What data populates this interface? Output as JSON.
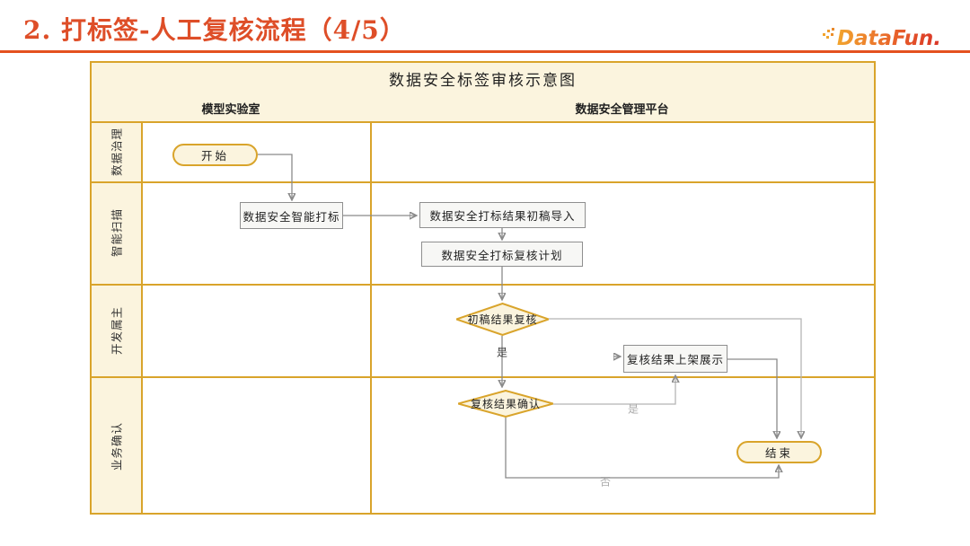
{
  "slide": {
    "title": "2. 打标签-人工复核流程（4/5）",
    "logo_text": "DataFun."
  },
  "diagram": {
    "title": "数据安全标签审核示意图",
    "columns": {
      "col1": "模型实验室",
      "col2": "数据安全管理平台"
    },
    "lanes": {
      "lane1": "数据治理",
      "lane2": "智能扫描",
      "lane3": "开发属主",
      "lane4": "业务确认"
    },
    "nodes": {
      "start": "开始",
      "smart_tagging": "数据安全智能打标",
      "draft_import": "数据安全打标结果初稿导入",
      "review_plan": "数据安全打标复核计划",
      "draft_review": "初稿结果复核",
      "publish": "复核结果上架展示",
      "confirm": "复核结果确认",
      "end": "结束"
    },
    "edge_labels": {
      "draft_review_yes": "是",
      "confirm_yes": "是",
      "confirm_no": "否"
    },
    "colors": {
      "accent": "#E4511F",
      "title_red": "#DE4E28",
      "gold": "#D9A42B",
      "cream": "#FBF4DE",
      "box_border": "#8f8f8f",
      "arrow": "#8a8a8a",
      "arrow_light": "#b5b5b5"
    }
  }
}
